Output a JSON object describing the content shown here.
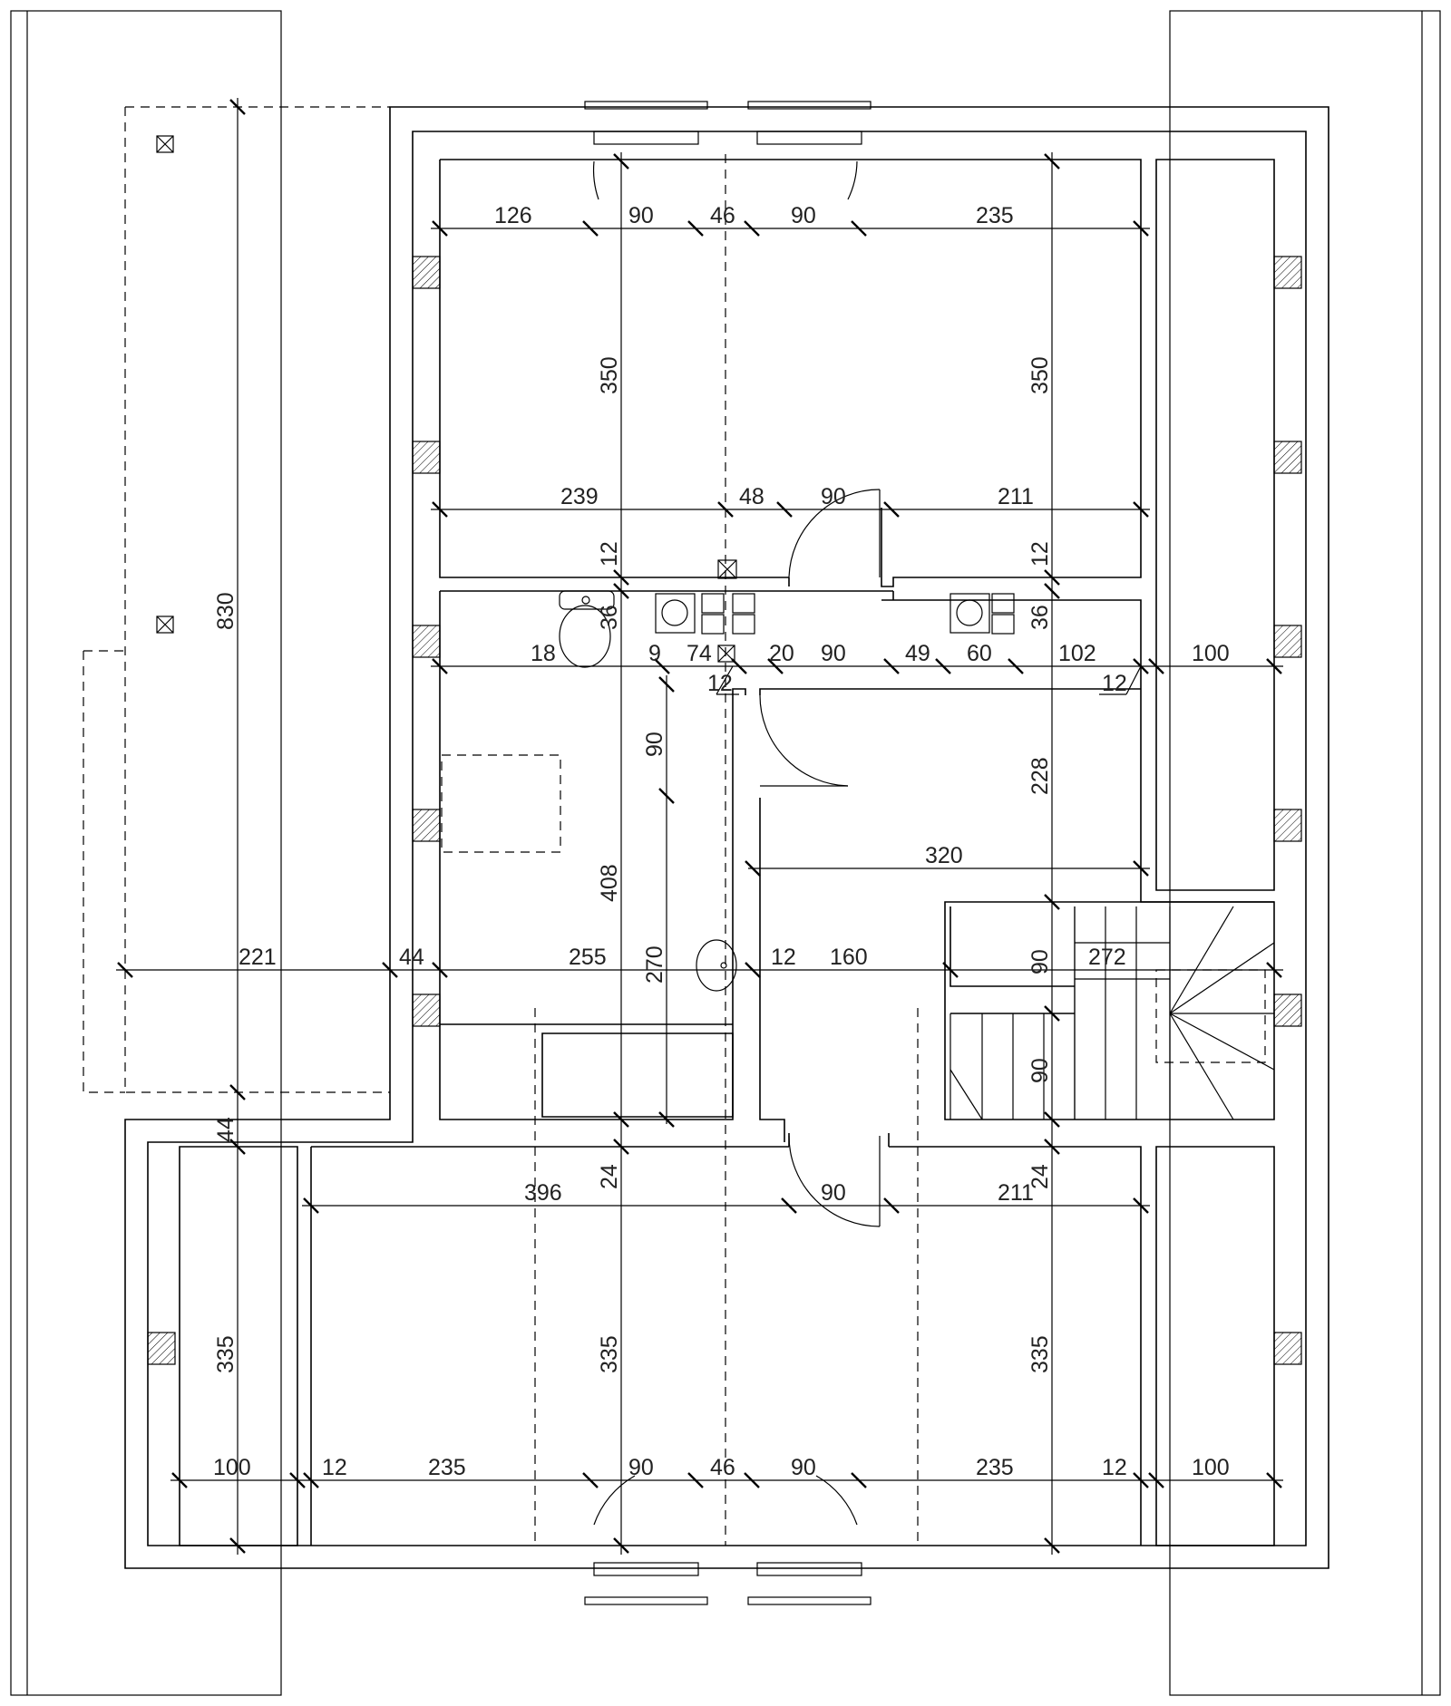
{
  "plan": {
    "dimensions": {
      "top_126": "126",
      "top_90a": "90",
      "top_46": "46",
      "top_90b": "90",
      "top_235": "235",
      "v_350_left": "350",
      "v_350_right": "350",
      "mid_239": "239",
      "mid_48": "48",
      "mid_90": "90",
      "mid_211": "211",
      "v_12_left": "12",
      "v_12_right": "12",
      "v_36_left": "36",
      "v_36_right": "36",
      "row_18": "18",
      "row_9": "9",
      "row_74": "74",
      "row_20": "20",
      "row_90": "90",
      "row_49": "49",
      "row_60": "60",
      "row_102": "102",
      "row_100": "100",
      "small_12a": "12",
      "small_12b": "12",
      "v_90_hall": "90",
      "v_228": "228",
      "h_320": "320",
      "v_408": "408",
      "v_270": "270",
      "v_830": "830",
      "h_221": "221",
      "h_44": "44",
      "h_255": "255",
      "h_12": "12",
      "h_160": "160",
      "v_90_stair_a": "90",
      "h_272": "272",
      "v_90_stair_b": "90",
      "v_44": "44",
      "v_24_left": "24",
      "v_24_right": "24",
      "b_396": "396",
      "b_90": "90",
      "b_211": "211",
      "v_335_a": "335",
      "v_335_b": "335",
      "v_335_c": "335",
      "bot_100a": "100",
      "bot_12a": "12",
      "bot_235a": "235",
      "bot_90a": "90",
      "bot_46": "46",
      "bot_90b": "90",
      "bot_235b": "235",
      "bot_12b": "12",
      "bot_100b": "100"
    }
  }
}
